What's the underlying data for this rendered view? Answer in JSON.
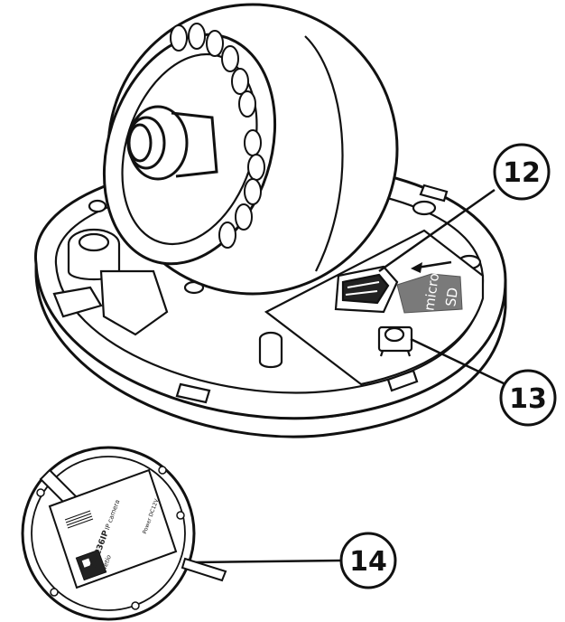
{
  "callouts": [
    {
      "id": "12",
      "label": "12"
    },
    {
      "id": "13",
      "label": "13"
    },
    {
      "id": "14",
      "label": "14"
    }
  ],
  "sd_card": {
    "line1": "micro",
    "line2": "SD"
  },
  "base_label": {
    "model": "DVC36IP",
    "type": "IP camera",
    "brand": "Metio",
    "power": "Power DC12V"
  },
  "colors": {
    "line": "#111111",
    "sd_card": "#7a7a7a",
    "fill": "#ffffff"
  }
}
